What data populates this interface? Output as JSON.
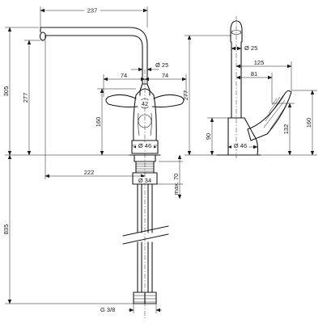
{
  "dimensions": {
    "spout_reach": "237",
    "spout_diameter": "Ø 25",
    "lever_left": "74",
    "lever_right": "74",
    "lever_hub": "42",
    "total_height": "305",
    "height_to_spout": "277",
    "lever_height": "160",
    "base_diameter": "Ø 46",
    "outlet_to_center": "222",
    "max_deck": "max. 70",
    "shank_diameter": "Ø 34",
    "hose_length": "835",
    "connection": "G 3/8",
    "side_spout_diameter": "Ø 25",
    "side_lever_reach": "125",
    "side_lever_inner": "81",
    "side_height": "277",
    "side_body_height": "90",
    "side_lever_span": "132",
    "side_lever_total": "160",
    "side_base_diameter": "Ø 46"
  }
}
